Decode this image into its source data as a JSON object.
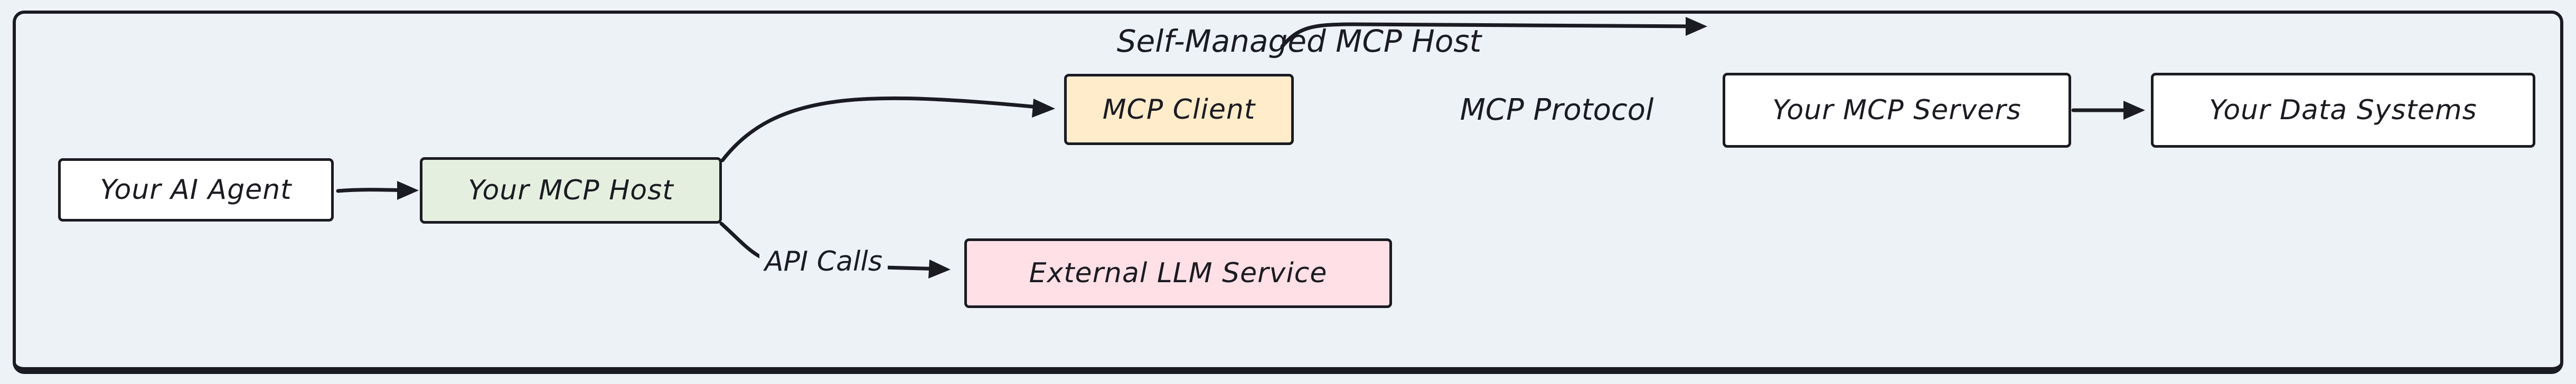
{
  "canvas": {
    "background": "#edf2f7",
    "stroke": "#1b1b22"
  },
  "title": {
    "label": "Self-Managed MCP Host"
  },
  "nodes": [
    {
      "id": "your-ai-agent",
      "label": "Your AI Agent",
      "fill": "#ffffff"
    },
    {
      "id": "your-mcp-host",
      "label": "Your MCP Host",
      "fill": "#e4efe0"
    },
    {
      "id": "mcp-client",
      "label": "MCP Client",
      "fill": "#ffeccb"
    },
    {
      "id": "external-llm-service",
      "label": "External LLM Service",
      "fill": "#ffe0e6"
    },
    {
      "id": "your-mcp-servers",
      "label": "Your MCP Servers",
      "fill": "#ffffff"
    },
    {
      "id": "your-data-systems",
      "label": "Your Data Systems",
      "fill": "#ffffff"
    }
  ],
  "edge_labels": {
    "mcp_protocol": "MCP Protocol",
    "api_calls": "API Calls"
  }
}
